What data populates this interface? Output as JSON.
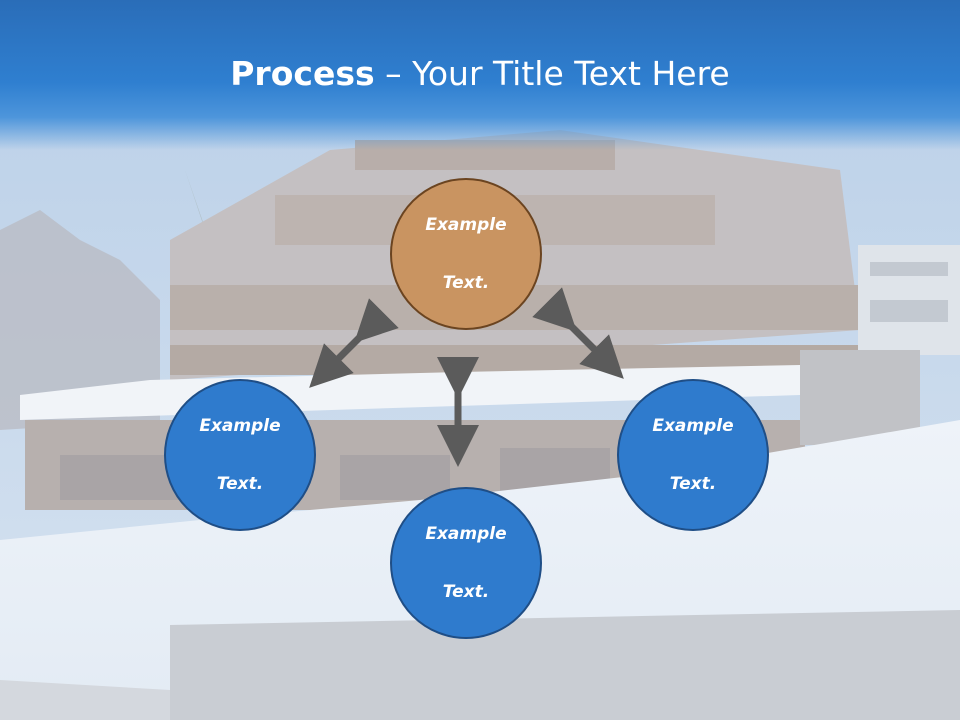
{
  "slide": {
    "title_bold": "Process",
    "title_rest": " – Your Title Text Here"
  },
  "diagram": {
    "top_node": {
      "line1": "Example",
      "line2": "Text.",
      "color": "#c99461"
    },
    "left_node": {
      "line1": "Example",
      "line2": "Text.",
      "color": "#2f7bcd"
    },
    "right_node": {
      "line1": "Example",
      "line2": "Text.",
      "color": "#2f7bcd"
    },
    "bottom_node": {
      "line1": "Example",
      "line2": "Text.",
      "color": "#2f7bcd"
    },
    "arrow_color": "#5b5b5b"
  },
  "colors": {
    "title_band": "#2f7fd0",
    "node_blue_border": "#1f4e86",
    "node_orange_border": "#6b4420"
  }
}
